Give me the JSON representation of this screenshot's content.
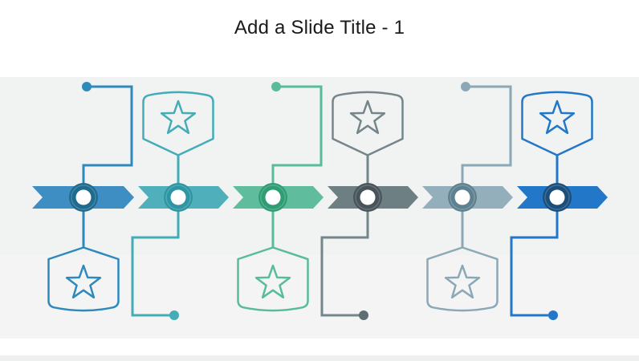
{
  "slide": {
    "title": "Add a Slide Title - 1",
    "title_color": "#1a1a1a",
    "background_color": "#ffffff",
    "band_color_upper": "#f1f2f2",
    "band_color_lower": "#f4f4f5"
  },
  "timeline": {
    "description": "Six-step chevron arrow timeline; each step has a milestone circle, an elbow connector to an endpoint dot, and a star badge alternating below/above the arrow band",
    "step_count": 6,
    "items": [
      {
        "name": "step-1",
        "badge_side": "bottom",
        "icon": "star-icon",
        "colors": {
          "chevron": "#3E8EC4",
          "ring": "#1E6B8F",
          "line": "#2E8ABD",
          "dot": "#2E8ABD",
          "badge": "#2E8ABD"
        }
      },
      {
        "name": "step-2",
        "badge_side": "top",
        "icon": "star-icon",
        "colors": {
          "chevron": "#4FAFBA",
          "ring": "#2D96A2",
          "line": "#43ACB7",
          "dot": "#43ACB7",
          "badge": "#43ACB7"
        }
      },
      {
        "name": "step-3",
        "badge_side": "bottom",
        "icon": "star-icon",
        "colors": {
          "chevron": "#5FBD9D",
          "ring": "#2F9D74",
          "line": "#58BC9A",
          "dot": "#58BC9A",
          "badge": "#58BC9A"
        }
      },
      {
        "name": "step-4",
        "badge_side": "top",
        "icon": "star-icon",
        "colors": {
          "chevron": "#6E7F83",
          "ring": "#48545A",
          "line": "#75868B",
          "dot": "#5F6E73",
          "badge": "#75868B"
        }
      },
      {
        "name": "step-5",
        "badge_side": "bottom",
        "icon": "star-icon",
        "colors": {
          "chevron": "#94AFBC",
          "ring": "#5E8191",
          "line": "#8BA8B6",
          "dot": "#8BA8B6",
          "badge": "#8BA8B6"
        }
      },
      {
        "name": "step-6",
        "badge_side": "top",
        "icon": "star-icon",
        "colors": {
          "chevron": "#2277C8",
          "ring": "#1A4E7C",
          "line": "#2277C8",
          "dot": "#2277C8",
          "badge": "#2277C8"
        }
      }
    ]
  }
}
